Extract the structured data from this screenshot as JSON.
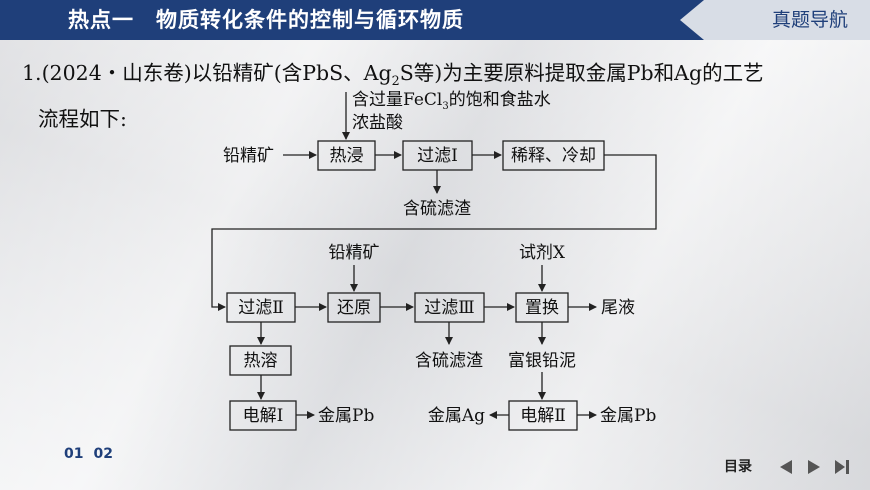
{
  "header": {
    "title": "热点一　物质转化条件的控制与循环物质",
    "nav_label": "真题导航"
  },
  "question": {
    "number": "1.",
    "text_part1": "(2024・山东卷)以铅精矿(含PbS、Ag",
    "sub_2": "2",
    "text_part2": "S等)为主要原料提取金属Pb和Ag的工艺",
    "text_line2": "流程如下:"
  },
  "flow": {
    "reagent1_line1_a": "含过量FeCl",
    "reagent1_line1_sub": "3",
    "reagent1_line1_b": "的饱和食盐水",
    "reagent1_line2": "浓盐酸",
    "raw_material": "铅精矿",
    "box_leach": "热浸",
    "box_filter1": "过滤Ⅰ",
    "box_dilute": "稀释、冷却",
    "residue1": "含硫滤渣",
    "raw_material2": "铅精矿",
    "reagent_x": "试剂X",
    "box_filter2": "过滤Ⅱ",
    "box_reduce": "还原",
    "box_filter3": "过滤Ⅲ",
    "box_replace": "置换",
    "tail_liquid": "尾液",
    "box_hot_dissolve": "热溶",
    "residue2": "含硫滤渣",
    "silver_mud": "富银铅泥",
    "box_electro1": "电解Ⅰ",
    "product_pb1": "金属Pb",
    "product_ag": "金属Ag",
    "box_electro2": "电解Ⅱ",
    "product_pb2": "金属Pb"
  },
  "footer": {
    "page1": "01",
    "page2": "02",
    "toc_label": "目录",
    "prev_icon": "triangle-left-icon",
    "next_icon": "triangle-right-icon",
    "end_icon": "skip-end-icon"
  },
  "colors": {
    "header_bg": "#1f3f7a",
    "nav_bg": "#d8dde6",
    "page_num": "#1f3f7a"
  }
}
